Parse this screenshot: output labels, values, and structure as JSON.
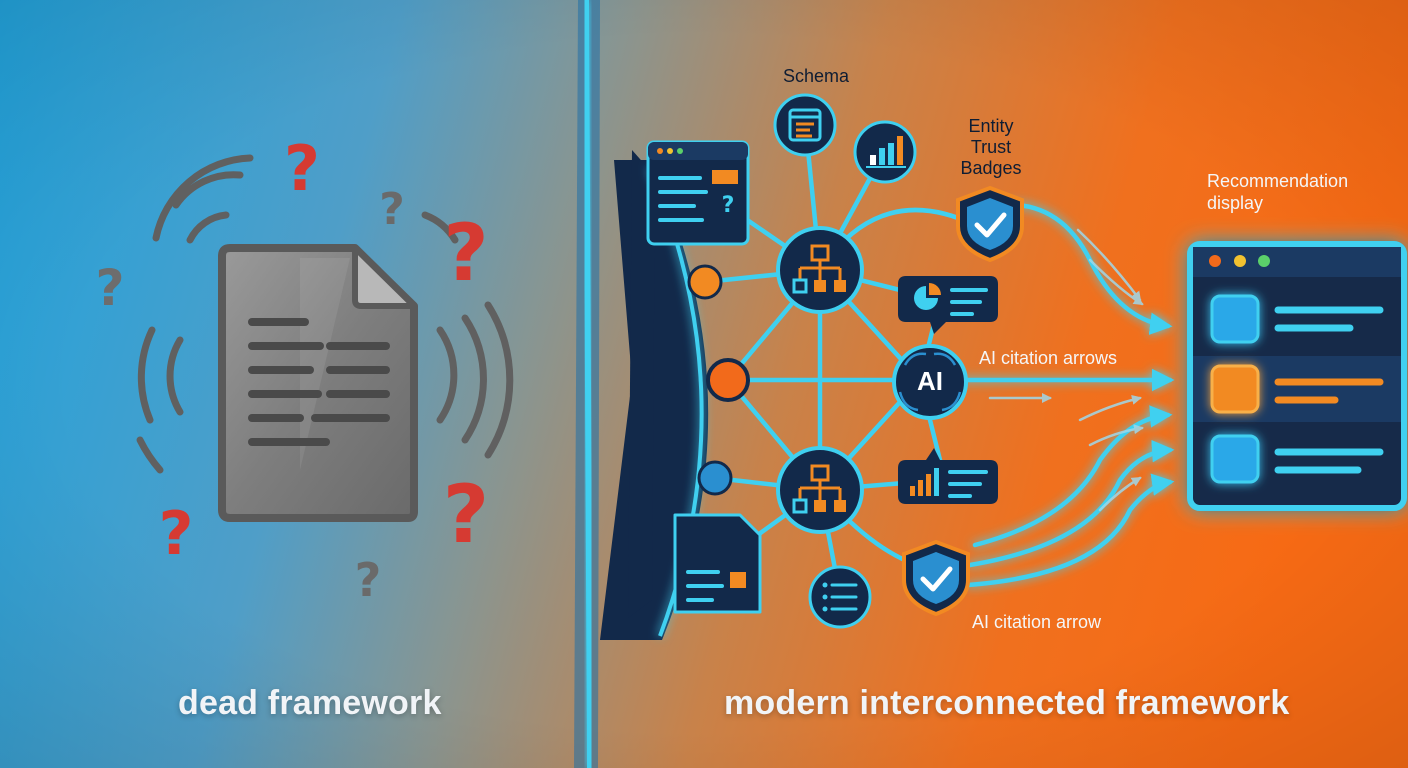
{
  "labels": {
    "schema": "Schema",
    "entity_trust_badges_line1": "Entity",
    "entity_trust_badges_line2": "Trust",
    "entity_trust_badges_line3": "Badges",
    "recommendation_display_line1": "Recommendation",
    "recommendation_display_line2": "display",
    "ai_citation_arrows": "AI citation arrows",
    "ai_citation_arrow": "AI citation arrow",
    "ai_node": "AI"
  },
  "captions": {
    "left": "dead framework",
    "right": "modern interconnected framework"
  },
  "colors": {
    "left_background": "#2a9fd6",
    "right_background": "#f26a1b",
    "accent_cyan": "#3fd0f0",
    "accent_orange": "#f28a22",
    "navy": "#12294a",
    "question_red": "#d63a32",
    "question_gray": "#6d6d6d"
  },
  "icons": [
    "document-icon",
    "question-mark-icon",
    "signal-wave-icon",
    "hierarchy-icon",
    "bar-chart-icon",
    "pie-chart-icon",
    "shield-check-icon",
    "list-icon",
    "window-icon",
    "ai-brain-icon",
    "arrow-icon"
  ]
}
